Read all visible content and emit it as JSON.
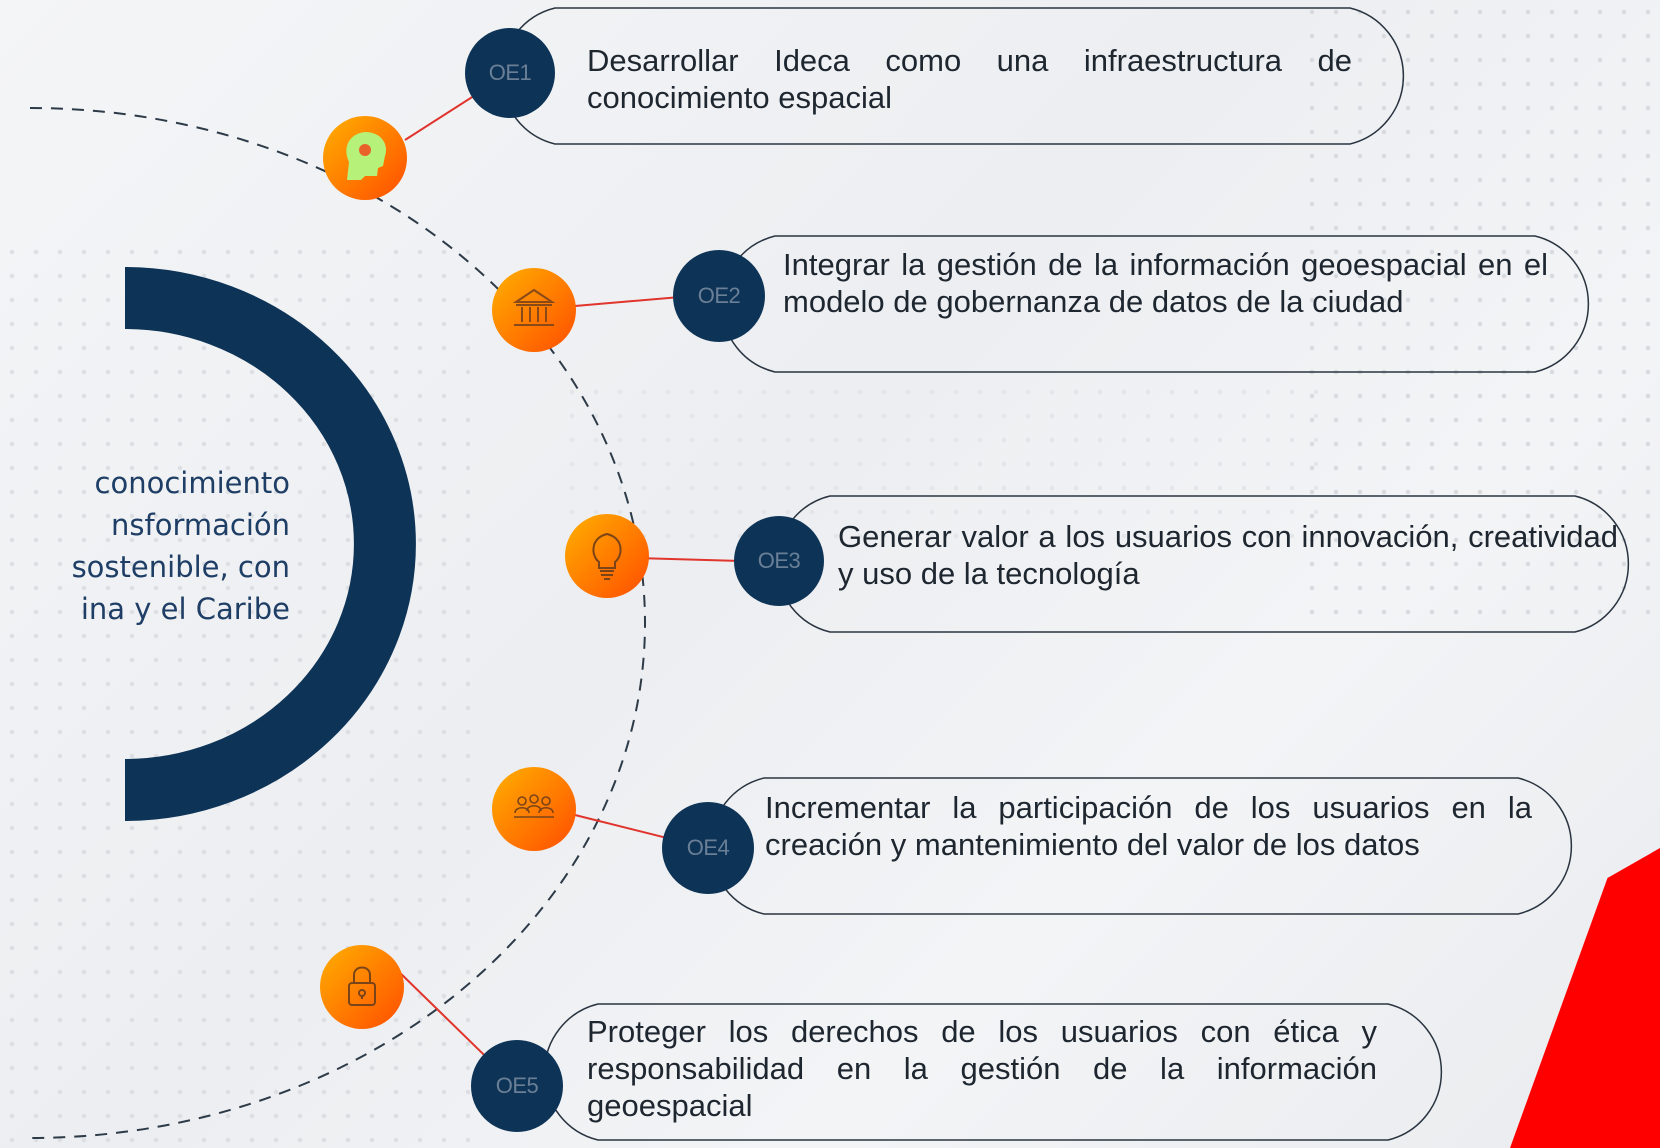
{
  "vision": {
    "lines": [
      "conocimiento",
      "nsformación",
      "sostenible, con",
      "ina y el Caribe"
    ]
  },
  "objectives": [
    {
      "code": "OE1",
      "text": "Desarrollar Ideca como una infraestructura de conocimiento espacial",
      "icon": "head-pin-icon"
    },
    {
      "code": "OE2",
      "text": "Integrar la gestión de la información geoespacial en el modelo de gobernanza de datos de la ciudad",
      "icon": "institution-icon"
    },
    {
      "code": "OE3",
      "text": "Generar valor a los usuarios con innovación, creatividad y uso de la tecnología",
      "icon": "lightbulb-icon"
    },
    {
      "code": "OE4",
      "text": "Incrementar la participación de los usuarios en la creación y mantenimiento del valor de los datos",
      "icon": "people-group-icon"
    },
    {
      "code": "OE5",
      "text": "Proteger los derechos de los usuarios con ética y responsabilidad en la gestión de la información geoespacial",
      "icon": "padlock-icon"
    }
  ],
  "colors": {
    "navy": "#0d3457",
    "orange_light": "#ffa200",
    "orange_dark": "#ff5a00",
    "connector": "#e0342c",
    "accent_red": "#ff0000"
  }
}
